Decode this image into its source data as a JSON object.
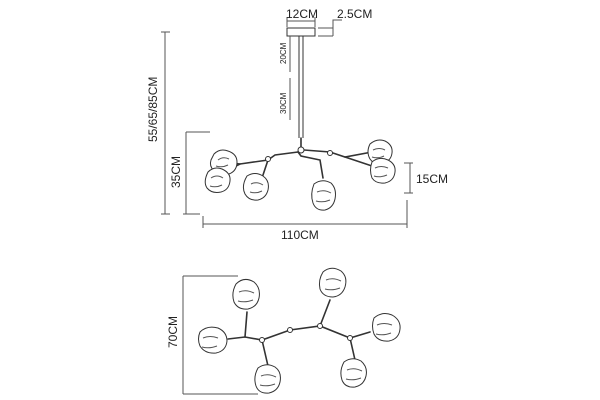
{
  "side_view": {
    "canopy_width": "12CM",
    "canopy_height": "2.5CM",
    "rod_upper": "20CM",
    "rod_lower": "30CM",
    "total_height": "55/65/85CM",
    "body_height": "35CM",
    "shade_height": "15CM",
    "width": "110CM"
  },
  "top_view": {
    "depth": "70CM"
  }
}
